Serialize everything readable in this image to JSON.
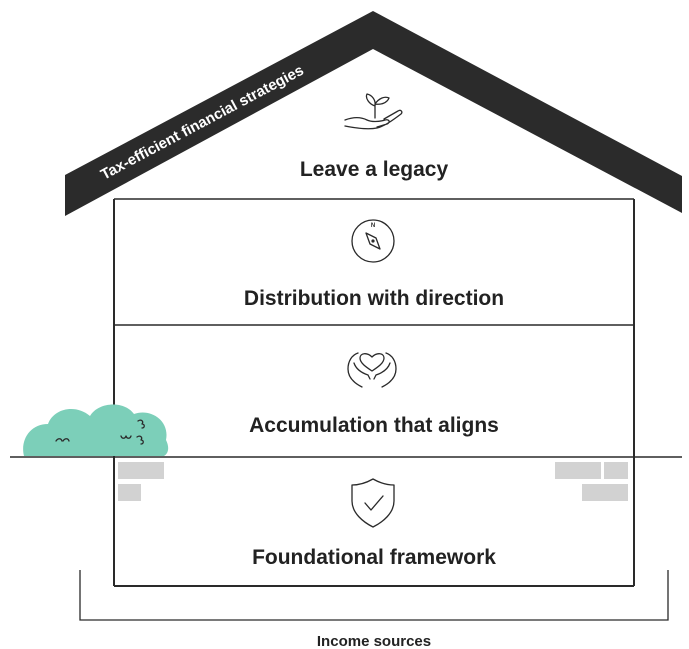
{
  "roof": {
    "label": "Tax-efficient financial strategies"
  },
  "levels": [
    {
      "label": "Leave a legacy",
      "icon": "hand-plant-icon"
    },
    {
      "label": "Distribution with direction",
      "icon": "compass-icon"
    },
    {
      "label": "Accumulation that aligns",
      "icon": "heart-hands-icon"
    },
    {
      "label": "Foundational framework",
      "icon": "shield-check-icon"
    }
  ],
  "compass_mark": "N",
  "base": {
    "label": "Income sources"
  },
  "colors": {
    "roof": "#2b2b2b",
    "walls": "#2a2a2a",
    "bush": "#7ccfb9",
    "bricks": "#d2d2d2",
    "text": "#222222"
  }
}
